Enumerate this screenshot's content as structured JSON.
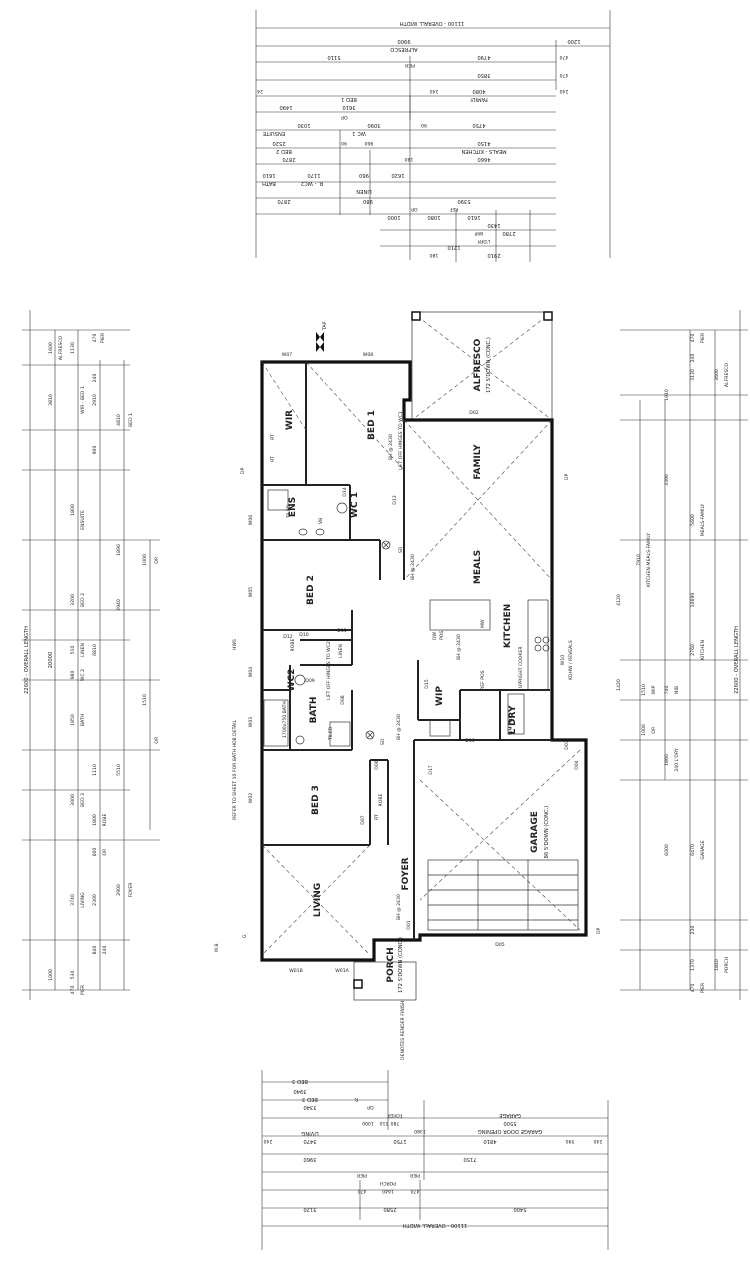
{
  "rooms": {
    "alfresco": "ALFRESCO",
    "alfresco_note": "172 S'DOWN (CONC.)",
    "family": "FAMILY",
    "meals": "MEALS",
    "kitchen": "KITCHEN",
    "bed1": "BED 1",
    "wir": "WIR",
    "ens": "ENS",
    "wc1": "WC 1",
    "bed2": "BED 2",
    "robe": "ROBE",
    "linen": "LINEN",
    "wc2": "WC2",
    "bath": "BATH",
    "bed3": "BED 3",
    "wip": "WIP",
    "ldry": "L'DRY",
    "garage": "GARAGE",
    "garage_note": "86 S'DOWN (CONC.)",
    "living": "LIVING",
    "foyer": "FOYER",
    "porch": "PORCH",
    "porch_note": "172 S'DOWN (CONC.)"
  },
  "labels": {
    "tap": "TAP",
    "hws": "HWS",
    "dp": "DP",
    "mb": "M.B",
    "g": "G",
    "sd": "SD",
    "tiled": "TILED",
    "vb": "VB",
    "rt": "RT",
    "dw": "DW",
    "pos": "POS",
    "mw": "MW",
    "upright_cooker": "UPRIGHT COOKER",
    "wm": "WM POS",
    "ref_pos": "REF POS",
    "bh_2430": "BH @ 2430",
    "lift_off_wc1": "LIFT OFF HINGES TO WC1",
    "lift_off_wc2": "LIFT OFF HINGES TO WC2",
    "refer_sheet": "REFER TO SHEET 10 FOR BATH HOB DETAIL",
    "render_finish": "DENOTES RENDER FINISH",
    "kdhw": "KDHW / REVEALS",
    "bath_size": "1700x750 BATH"
  },
  "windows": [
    "W07",
    "W08",
    "W06",
    "W05",
    "W04",
    "W03",
    "W02",
    "W01B",
    "W01A",
    "W10"
  ],
  "doors": [
    "D02",
    "D13",
    "D14",
    "D11",
    "D12",
    "D10",
    "D09",
    "D08",
    "D07",
    "D06",
    "D15",
    "D16",
    "D17",
    "D03",
    "D04",
    "D05",
    "D01"
  ],
  "dims_top": {
    "overall": "11100 - OVERALL WIDTH",
    "row1": [
      "9900",
      "1200"
    ],
    "alfresco": "ALFRESCO",
    "row2": [
      "5110",
      "4790",
      "470"
    ],
    "pier": "PIER",
    "row3": [
      "3850",
      "470"
    ],
    "row4": [
      "24",
      "240",
      "4080",
      "240"
    ],
    "bed1": "BED 1",
    "family": "FAMILY",
    "row5": [
      "1490",
      "3610",
      "4750"
    ],
    "op": "OP.",
    "row6": [
      "1030",
      "3090",
      "90"
    ],
    "ensuite": "ENSUITE",
    "wc1": "WC 1",
    "row7": [
      "2520",
      "90",
      "960",
      "4150"
    ],
    "bed2": "BED 2",
    "meals_kitchen": "MEALS - KITCHEN",
    "row8": [
      "2870",
      "180",
      "4660"
    ],
    "row9": [
      "1610",
      "1170",
      "960",
      "1620"
    ],
    "bath": "BATH",
    "r_wc2": "R. - WC2",
    "linen": "LINEN",
    "row10": [
      "2870",
      "980",
      "5390"
    ],
    "op2": "OP.",
    "ref": "REF",
    "wip": "WIP",
    "ldry": "L'DRY",
    "row11": [
      "1000",
      "1080",
      "1610",
      "1430"
    ],
    "row12": [
      "2780",
      "1210",
      "180",
      "2910"
    ]
  },
  "dims_left": {
    "overall": "22600 - OVERALL LENGTH",
    "inner": "20000",
    "items": [
      "1600",
      "ALFRESCO",
      "1130",
      "470",
      "PIER",
      "240",
      "3810",
      "2910",
      "WIR - BED 1",
      "4810",
      "BED 1",
      "900",
      "1800",
      "ENSUITE",
      "1000",
      "OP.",
      "1890",
      "3200",
      "BED 2",
      "2940",
      "6810",
      "510",
      "980",
      "WC 2",
      "LINEN",
      "1850",
      "BATH",
      "1510",
      "OP.",
      "1110",
      "5510",
      "3000",
      "BED 3",
      "1800",
      "ROBE",
      "600",
      "OP.",
      "3740",
      "2300",
      "LIVING",
      "2900",
      "FOYER",
      "840",
      "240",
      "1000",
      "530",
      "470",
      "PIER"
    ]
  },
  "dims_right": {
    "overall": "22600 - OVERALL LENGTH",
    "items": [
      "470",
      "PIER",
      "240",
      "1910",
      "3130",
      "3600",
      "ALFRESCO",
      "3390",
      "5600",
      "MEALS-FAMILY",
      "7910",
      "KITCHEN-MEALS-FAMILY",
      "4120",
      "10690",
      "2760",
      "KITCHEN",
      "1420",
      "1510",
      "WIP",
      "740",
      "NIB",
      "1000",
      "OP.",
      "1860",
      "240 L'DRY",
      "6000",
      "6470",
      "GARAGE",
      "230",
      "1370",
      "1840",
      "PORCH",
      "470",
      "PIER"
    ]
  },
  "dims_bottom": {
    "bed3": "BED 3",
    "row1": [
      "3940",
      "3340"
    ],
    "bed3b": "BED 3",
    "op": "OP.",
    "foyer": "FOYER",
    "r": "R.",
    "row2": [
      "1000",
      "510",
      "780",
      "1380",
      "5500"
    ],
    "garage": "GARAGE",
    "garage_door": "GARAGE DOOR OPENING",
    "row3": [
      "240",
      "3470",
      "1750",
      "4810",
      "590",
      "240"
    ],
    "living": "LIVING",
    "row4": [
      "3960",
      "7150"
    ],
    "pier": "PIER",
    "porch": "PORCH",
    "row5": [
      "470",
      "1640",
      "470"
    ],
    "row6": [
      "3120",
      "2580",
      "5400"
    ],
    "overall": "11100 - OVERALL WIDTH"
  }
}
